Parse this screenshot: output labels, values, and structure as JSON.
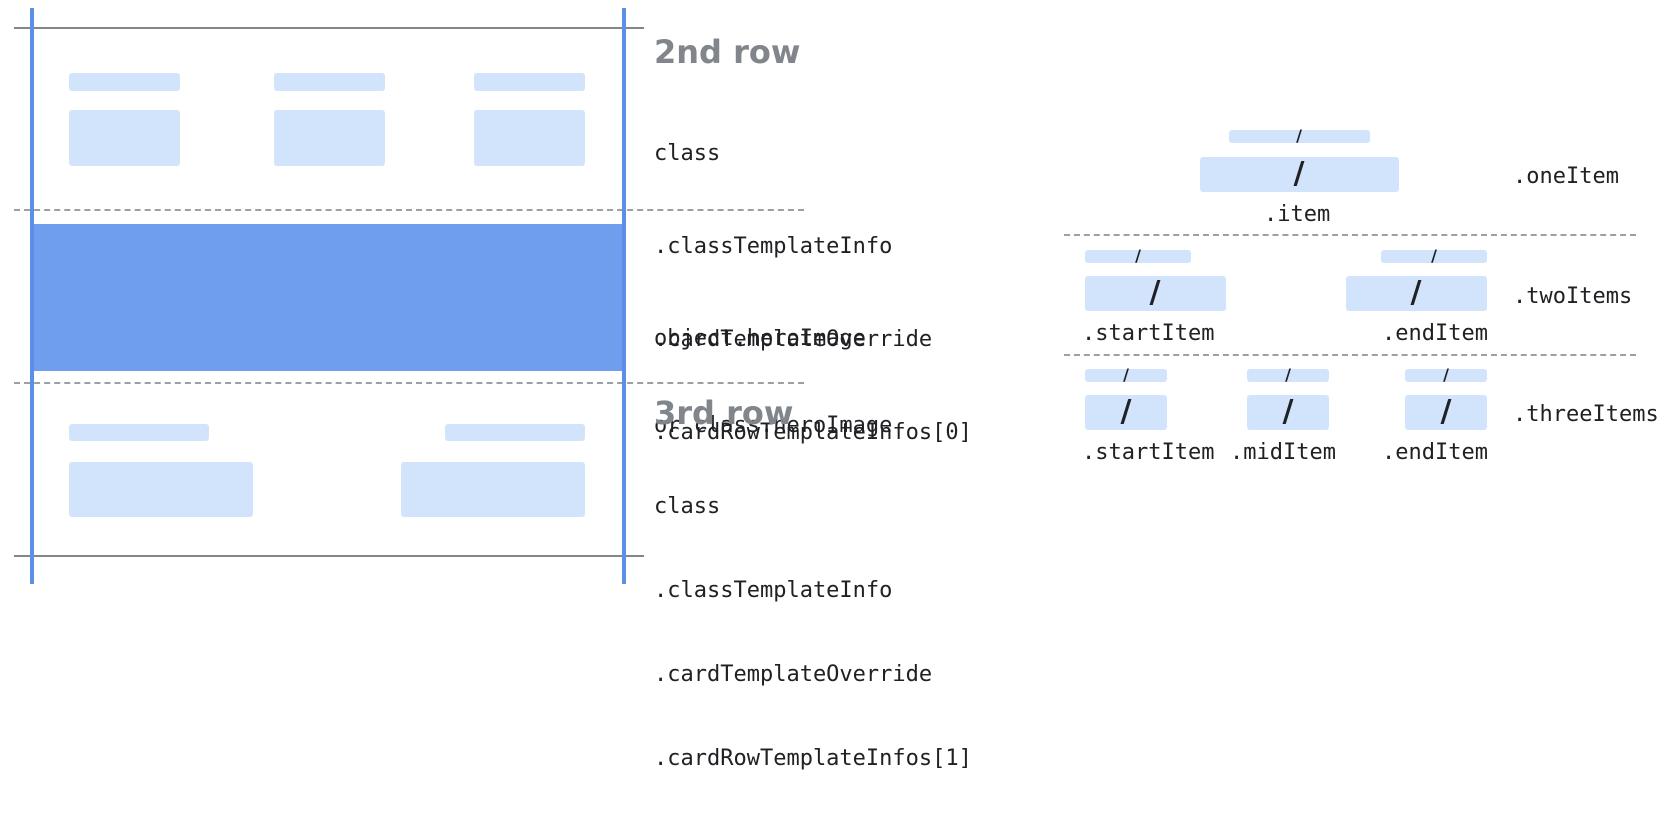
{
  "left_panel": {
    "second_row": {
      "heading": "2nd row",
      "code_lines": [
        "class",
        ".classTemplateInfo",
        ".cardTemplateOverride",
        ".cardRowTemplateInfos[0]"
      ]
    },
    "hero": {
      "code_lines": [
        "object.heroImage",
        "or class.heroImage"
      ]
    },
    "third_row": {
      "heading": "3rd row",
      "code_lines": [
        "class",
        ".classTemplateInfo",
        ".cardTemplateOverride",
        ".cardRowTemplateInfos[1]"
      ]
    }
  },
  "right_panel": {
    "one_item": {
      "row_label": ".oneItem",
      "item_label": ".item",
      "slash": "/"
    },
    "two_items": {
      "row_label": ".twoItems",
      "start_label": ".startItem",
      "end_label": ".endItem",
      "slash": "/"
    },
    "three_items": {
      "row_label": ".threeItems",
      "start_label": ".startItem",
      "mid_label": ".midItem",
      "end_label": ".endItem",
      "slash": "/"
    }
  },
  "colors": {
    "hero_fill": "#6e9eed",
    "border_blue": "#5c8ee6",
    "placeholder": "#d2e3fc",
    "heading_gray": "#80868b"
  }
}
